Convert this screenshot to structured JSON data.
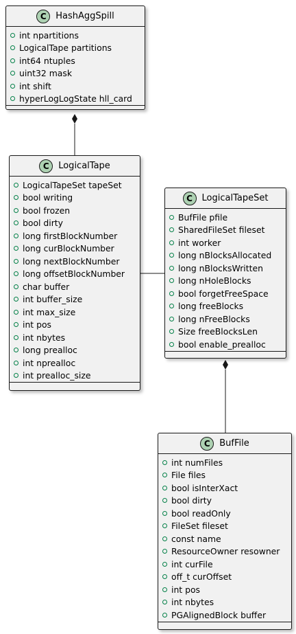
{
  "classes": {
    "hashaggspill": {
      "badge": "C",
      "name": "HashAggSpill",
      "attributes": [
        "int npartitions",
        "LogicalTape partitions",
        "int64 ntuples",
        "uint32 mask",
        "int shift",
        "hyperLogLogState hll_card"
      ]
    },
    "logicaltape": {
      "badge": "C",
      "name": "LogicalTape",
      "attributes": [
        "LogicalTapeSet tapeSet",
        "bool writing",
        "bool frozen",
        "bool dirty",
        "long firstBlockNumber",
        "long curBlockNumber",
        "long nextBlockNumber",
        "long offsetBlockNumber",
        "char buffer",
        "int buffer_size",
        "int max_size",
        "int pos",
        "int nbytes",
        "long prealloc",
        "int nprealloc",
        "int prealloc_size"
      ]
    },
    "logicaltapeset": {
      "badge": "C",
      "name": "LogicalTapeSet",
      "attributes": [
        "BufFile pfile",
        "SharedFileSet fileset",
        "int worker",
        "long nBlocksAllocated",
        "long nBlocksWritten",
        "long nHoleBlocks",
        "bool forgetFreeSpace",
        "long freeBlocks",
        "long nFreeBlocks",
        "Size freeBlocksLen",
        "bool enable_prealloc"
      ]
    },
    "buffile": {
      "badge": "C",
      "name": "BufFile",
      "attributes": [
        "int numFiles",
        "File files",
        "bool isInterXact",
        "bool dirty",
        "bool readOnly",
        "FileSet fileset",
        "const name",
        "ResourceOwner resowner",
        "int curFile",
        "off_t curOffset",
        "int pos",
        "int nbytes",
        "PGAlignedBlock buffer"
      ]
    }
  },
  "relations": [
    {
      "from": "hashaggspill",
      "to": "logicaltape",
      "kind": "composition"
    },
    {
      "from": "logicaltape",
      "to": "logicaltapeset",
      "kind": "association"
    },
    {
      "from": "logicaltapeset",
      "to": "buffile",
      "kind": "composition"
    }
  ],
  "colors": {
    "box_fill": "#f1f1f1",
    "border": "#181818",
    "badge_fill": "#add1b2",
    "visibility_marker": "#038048"
  }
}
